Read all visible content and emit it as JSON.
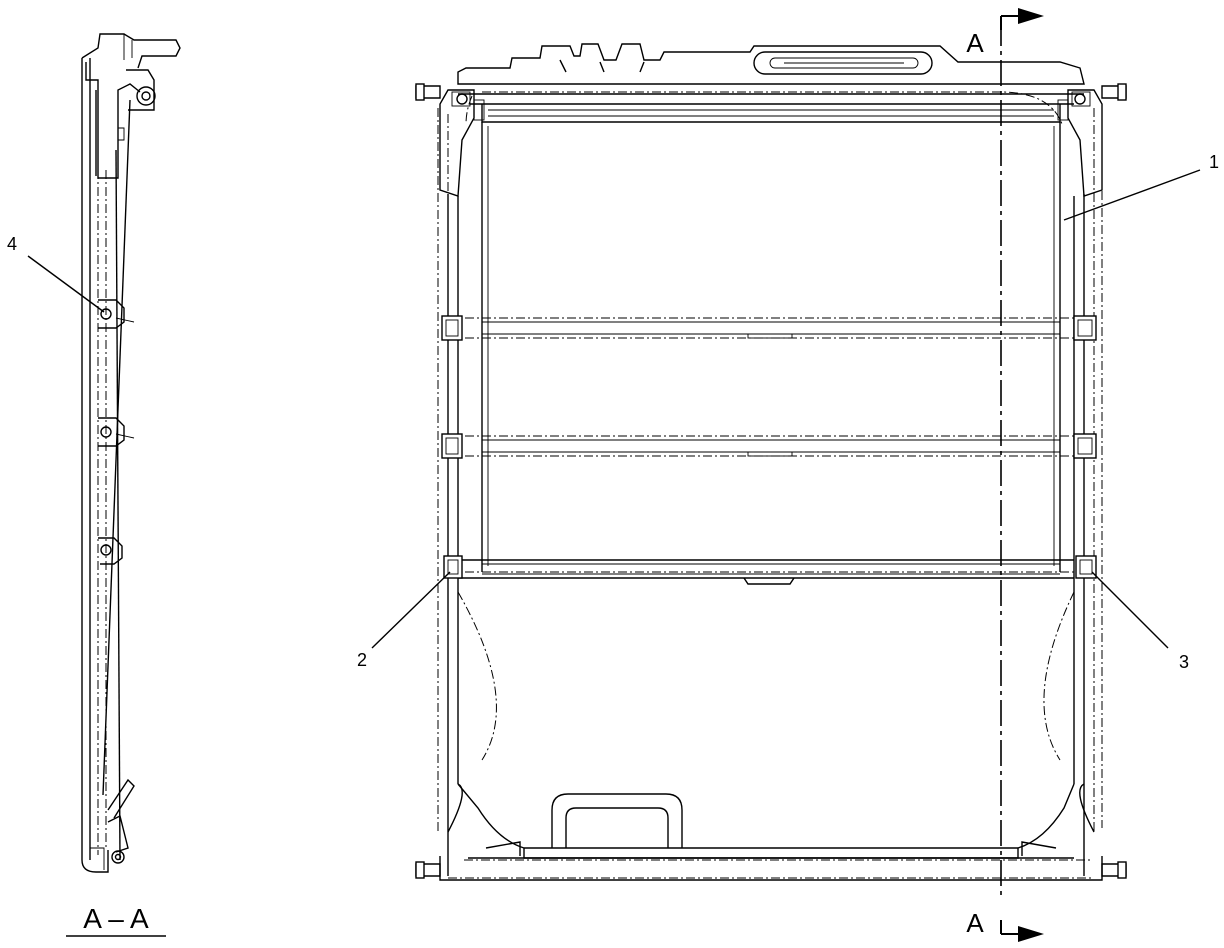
{
  "section_view": {
    "label": "A – A"
  },
  "cut_line": {
    "label_top": "A",
    "label_bottom": "A"
  },
  "callouts": [
    {
      "id": "callout-1",
      "label": "1"
    },
    {
      "id": "callout-2",
      "label": "2"
    },
    {
      "id": "callout-3",
      "label": "3"
    },
    {
      "id": "callout-4",
      "label": "4"
    }
  ]
}
